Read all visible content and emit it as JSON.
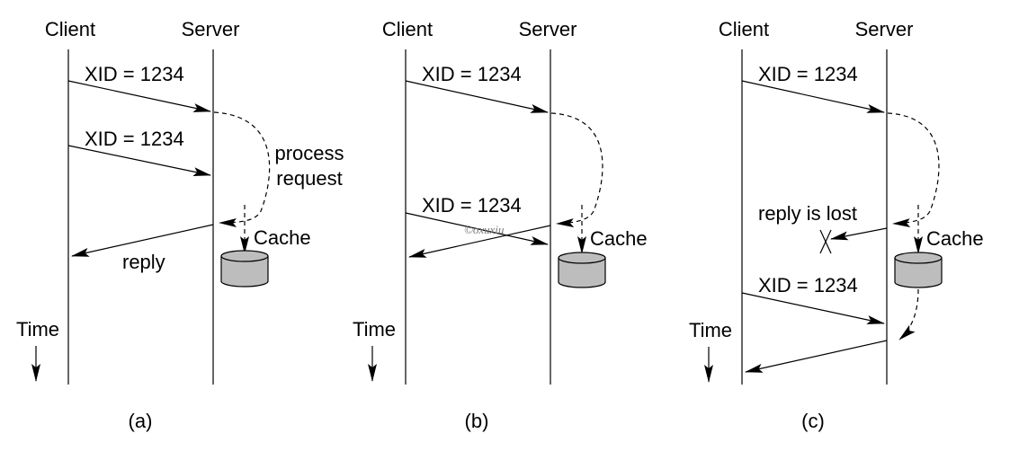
{
  "diagram": {
    "panels": [
      {
        "client_label": "Client",
        "server_label": "Server",
        "time_label": "Time",
        "caption": "(a)",
        "request_1": "XID = 1234",
        "request_2": "XID = 1234",
        "note": "process\nrequest",
        "note_line_1": "process",
        "note_line_2": "request",
        "cache_label": "Cache",
        "reply_label": "reply"
      },
      {
        "client_label": "Client",
        "server_label": "Server",
        "time_label": "Time",
        "caption": "(b)",
        "request_1": "XID = 1234",
        "request_2": "XID = 1234",
        "cache_label": "Cache",
        "watermark": "©oxuxiu"
      },
      {
        "client_label": "Client",
        "server_label": "Server",
        "time_label": "Time",
        "caption": "(c)",
        "request_1": "XID = 1234",
        "request_2": "XID = 1234",
        "lost_label": "reply is lost",
        "cache_label": "Cache"
      }
    ]
  }
}
